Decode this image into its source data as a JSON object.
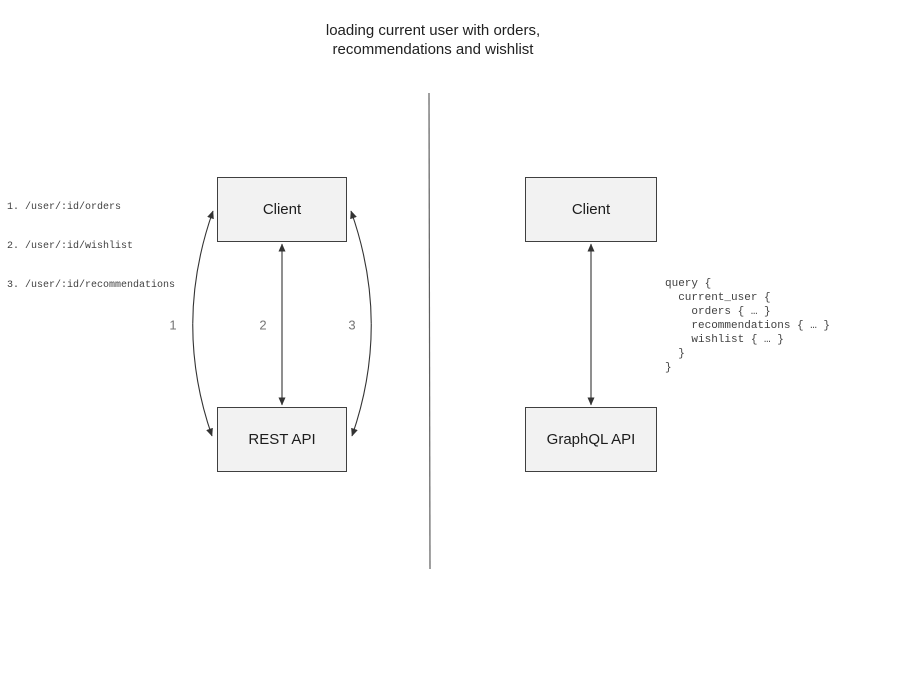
{
  "title": "loading current user with orders,\nrecommendations and wishlist",
  "rest": {
    "client_label": "Client",
    "api_label": "REST API",
    "endpoints": [
      "1. /user/:id/orders",
      "2. /user/:id/wishlist",
      "3. /user/:id/recommendations"
    ],
    "arrow_labels": [
      "1",
      "2",
      "3"
    ]
  },
  "graphql": {
    "client_label": "Client",
    "api_label": "GraphQL API",
    "query": "query {\n  current_user {\n    orders { … }\n    recommendations { … }\n    wishlist { … }\n  }\n}"
  },
  "colors": {
    "box_fill": "#f2f2f2",
    "box_border": "#3f3f3f",
    "arrow": "#333333",
    "divider": "#5f5f5f",
    "arrow_label_text": "#757575",
    "code_text": "#414141",
    "title_text": "#212121"
  }
}
